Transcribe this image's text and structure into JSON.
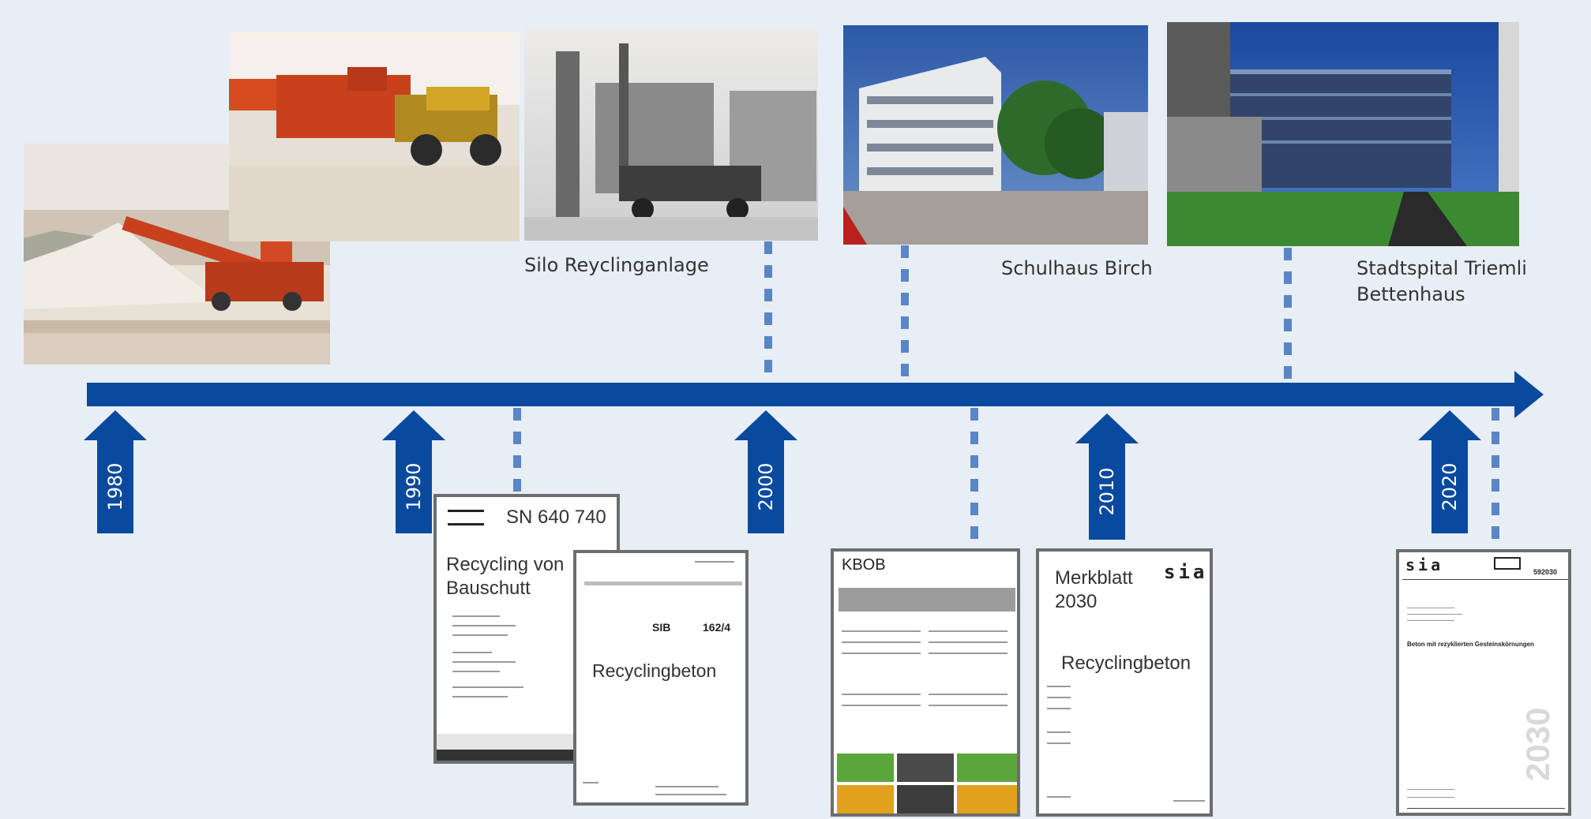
{
  "captions": {
    "silo": "Silo Reyclinganlage",
    "schulhaus": "Schulhaus Birch",
    "triemli_line1": "Stadtspital Triemli",
    "triemli_line2": "Bettenhaus"
  },
  "years": [
    "1980",
    "1990",
    "2000",
    "2010",
    "2020"
  ],
  "documents": {
    "sn": {
      "code": "SN 640 740",
      "title_line1": "Recycling von",
      "title_line2": "Bauschutt"
    },
    "sib": {
      "code": "SIB",
      "number": "162/4",
      "title": "Recyclingbeton"
    },
    "kbob": {
      "brand": "KBOB"
    },
    "merkblatt": {
      "title_line1": "Merkblatt",
      "title_line2": "2030",
      "brand": "sia",
      "subject": "Recyclingbeton"
    },
    "sia": {
      "brand": "sia",
      "number": "592030",
      "title": "Beton mit rezyklierten Gesteinskörnungen",
      "watermark": "2030"
    }
  },
  "colors": {
    "timeline": "#0a4a9e",
    "dashes": "#5a86c6",
    "background": "#e8eef5"
  }
}
